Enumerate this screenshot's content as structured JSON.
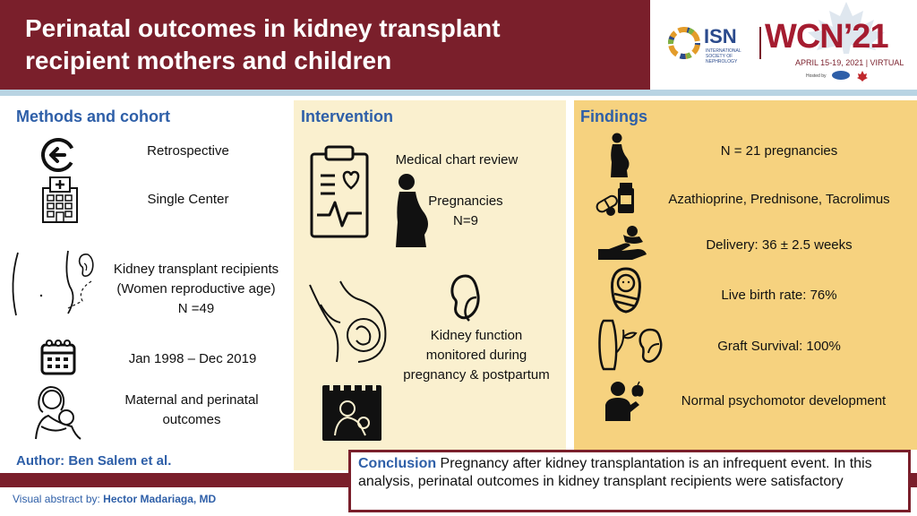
{
  "header": {
    "title": "Perinatal outcomes in kidney transplant\nrecipient mothers and children"
  },
  "logo": {
    "isn": "ISN",
    "isn_sub": "INTERNATIONAL SOCIETY OF NEPHROLOGY",
    "wcn": "WCN’21",
    "dates": "APRIL 15-19, 2021 | VIRTUAL",
    "hosted": "Hosted by"
  },
  "methods": {
    "title": "Methods and cohort",
    "items": [
      {
        "text": "Retrospective",
        "icon": "retrospective-arrow-icon"
      },
      {
        "text": "Single Center",
        "icon": "hospital-icon"
      },
      {
        "text": "Kidney transplant recipients\n(Women reproductive age)\nN =49",
        "icon": "pregnancy-kidney-icon"
      },
      {
        "text": "Jan 1998 – Dec 2019",
        "icon": "calendar-icon"
      },
      {
        "text": "Maternal and perinatal\noutcomes",
        "icon": "mother-child-icon"
      }
    ]
  },
  "intervention": {
    "title": "Intervention",
    "items": [
      {
        "text": "Medical chart review",
        "icon": "clipboard-heart-icon"
      },
      {
        "text": "Pregnancies\nN=9",
        "icon": "pregnant-woman-icon"
      },
      {
        "text": "Kidney function\nmonitored during\npregnancy & postpartum",
        "icon": "kidney-icon"
      }
    ]
  },
  "findings": {
    "title": "Findings",
    "items": [
      {
        "text": "N = 21 pregnancies",
        "icon": "pregnant-woman-icon"
      },
      {
        "text": "Azathioprine, Prednisone, Tacrolimus",
        "icon": "medication-icon"
      },
      {
        "text": "Delivery: 36 ± 2.5 weeks",
        "icon": "delivery-hand-icon"
      },
      {
        "text": "Live birth rate: 76%",
        "icon": "swaddled-baby-icon"
      },
      {
        "text": "Graft Survival: 100%",
        "icon": "kidney-sprout-icon"
      },
      {
        "text": "Normal psychomotor development",
        "icon": "child-learning-icon"
      }
    ]
  },
  "author": "Author: Ben Salem et al.",
  "conclusion": {
    "lead": "Conclusion",
    "text": " Pregnancy after kidney transplantation is an infrequent event. In this analysis, perinatal outcomes in kidney transplant recipients were satisfactory"
  },
  "footer": {
    "prefix": "Visual abstract by: ",
    "name": "Hector Madariaga, MD"
  },
  "colors": {
    "header": "#7a1f2b",
    "accent_blue": "#2e5fa8",
    "intervention_bg": "#faf0cf",
    "findings_bg": "#f6d27f"
  }
}
